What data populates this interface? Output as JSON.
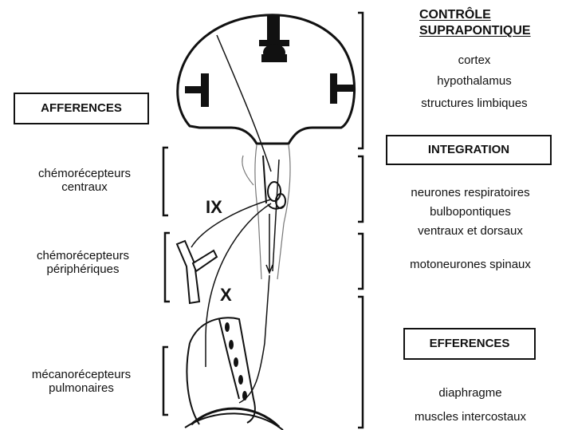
{
  "afferent": {
    "box_label": "AFFERENCES",
    "central_chemo": "chémorécepteurs\ncentraux",
    "peripheral_chemo": "chémorécepteurs\npériphériques",
    "pulmonary_mechano": "mécanorécepteurs\npulmonaires"
  },
  "nerves": {
    "glossopharyngeal": "IX",
    "vagus": "X"
  },
  "control": {
    "title": "CONTRÔLE\nSUPRAPONTIQUE",
    "items": [
      "cortex",
      "hypothalamus",
      "structures limbiques"
    ]
  },
  "integration": {
    "box_label": "INTEGRATION",
    "neurons": "neurones respiratoires\nbulbopontiques\nventraux et dorsaux",
    "spinal": "motoneurones spinaux"
  },
  "efferent": {
    "box_label": "EFFERENCES",
    "items": [
      "diaphragme",
      "muscles intercostaux"
    ]
  }
}
